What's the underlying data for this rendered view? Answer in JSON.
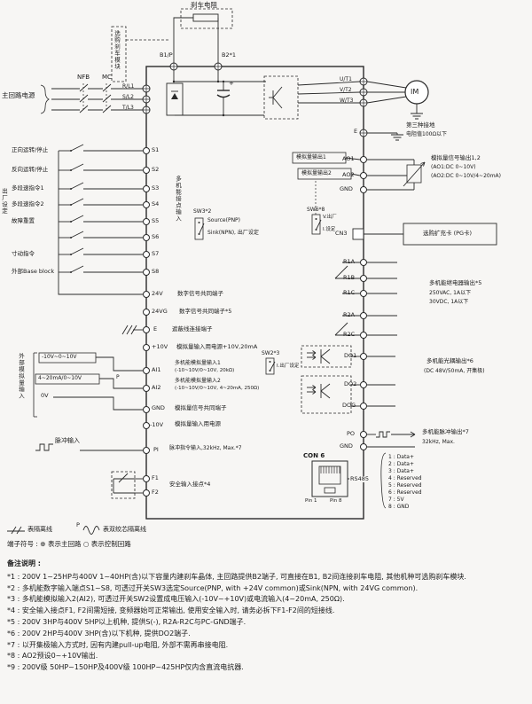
{
  "colors": {
    "background": "#f7f6f4",
    "line": "#2a2a2a"
  },
  "top": {
    "brake_resistor": "刹车电阻",
    "brake_module": "选购刹车模块",
    "b1": "B1/P",
    "b2": "B2*1",
    "plus": "+"
  },
  "power": {
    "source": "主回路电源",
    "nfb": "NFB",
    "mc": "MC",
    "r": "R/L1",
    "s": "S/L2",
    "t": "T/L3",
    "u": "U/T1",
    "v": "V/T2",
    "w": "W/T3",
    "motor": "IM",
    "e": "E",
    "ground_title": "第三种接地",
    "ground_sub": "电阻值100Ω以下"
  },
  "inputs": {
    "side": "出厂设定",
    "group": "多机能接点输入",
    "rows": [
      {
        "desc": "正向运转/停止",
        "term": "S1"
      },
      {
        "desc": "反向运转/停止",
        "term": "S2"
      },
      {
        "desc": "多段速指令1",
        "term": "S3"
      },
      {
        "desc": "多段速指令2",
        "term": "S4"
      },
      {
        "desc": "故障重置",
        "term": "S5"
      },
      {
        "desc": "",
        "term": "S6"
      },
      {
        "desc": "寸动指令",
        "term": "S7"
      },
      {
        "desc": "外部Base block",
        "term": "S8"
      }
    ],
    "sw3": "SW3*2",
    "sw3_source": "Source(PNP)",
    "sw3_sink": "Sink(NPN), 出厂设定"
  },
  "commons": {
    "v24": "24V",
    "v24_desc": "数字信号共同端子",
    "v24g": "24VG",
    "v24g_desc": "数字信号共同端子*5",
    "e": "E",
    "e_desc": "遮蔽线连接端子",
    "p10": "+10V",
    "p10_desc": "模拟量输入用电源+10V,20mA"
  },
  "analog_in": {
    "side": "外部模拟量输入",
    "src1": "-10V~0~10V",
    "src2": "4~20mA/0~10V",
    "src3": "0V",
    "p": "P",
    "ai1": "AI1",
    "ai1_desc": "多机能模拟量输入1",
    "ai1_spec": "(-10~10V/0~10V, 20kΩ)",
    "ai2": "AI2",
    "ai2_desc": "多机能模拟量输入2",
    "ai2_spec": "(-10~10V/0~10V, 4~20mA, 250Ω)",
    "gnd": "GND",
    "gnd_desc": "模拟量信号共同端子",
    "n10": "-10V",
    "n10_desc": "模拟量输入用电源",
    "sw2": "SW2*3",
    "sw2_note": "I.出厂设定"
  },
  "pulse_in": {
    "label": "脉冲输入",
    "term": "PI",
    "desc": "脉冲指令输入,32kHz, Max.*7"
  },
  "safety": {
    "f1": "F1",
    "f2": "F2",
    "desc": "安全输入接点*4"
  },
  "analog_out": {
    "box1": "模拟量输出1",
    "box2": "模拟量输出2",
    "ao1": "AO1",
    "ao2": "AO2",
    "gnd": "GND",
    "title": "模拟量信号输出1,2",
    "spec1": "(AO1:DC 0~10V)",
    "spec2": "(AO2:DC 0~10V/4~20mA)",
    "sw6": "SW6*8",
    "sw6_top": "V.出厂",
    "sw6_bottom": "I.设定"
  },
  "expansion": {
    "cn3": "CN3",
    "desc": "选购扩充卡 (PG卡)"
  },
  "relay": {
    "r1a": "R1A",
    "r1b": "R1B",
    "r1c": "R1C",
    "r2a": "R2A",
    "r2c": "R2C",
    "title": "多机能继电器输出*5",
    "spec1": "250VAC, 1A以下",
    "spec2": "30VDC, 1A以下"
  },
  "opto": {
    "do1": "DO1",
    "do2": "DO2",
    "dog": "DOG",
    "title": "多机能光耦输出*6",
    "spec": "(DC 48V/50mA, 开集极)"
  },
  "pulse_out": {
    "po": "PO",
    "gnd": "GND",
    "title": "多机能脉冲输出*7",
    "spec": "32kHz, Max."
  },
  "con6": {
    "label": "CON 6",
    "rs485": "RS485",
    "pin1": "Pin 1",
    "pin8": "Pin 8",
    "pins": [
      "1 : Data+",
      "2 : Data+",
      "3 : Data+",
      "4 : Reserved",
      "5 : Reserved",
      "6 : Reserved",
      "7 : 5V",
      "8 : GND"
    ]
  },
  "legend": {
    "shielded": "表隔离线",
    "p": "P",
    "twisted": "表双绞芯隔离线",
    "terminals": "端子符号 :  ⊕ 表示主回路  ○ 表示控制回路"
  },
  "notes": {
    "title": "备注说明 :",
    "items": [
      "*1 : 200V 1~25HP与400V 1~40HP(含)以下容量内建刹车晶体, 主回路提供B2端子, 可直接在B1, B2间连接刹车电阻, 其他机种可选购刹车模块.",
      "*2 : 多机能数字输入端点S1~S8, 可透过开关SW3选定Source(PNP, with +24V common)或Sink(NPN, with 24VG common).",
      "*3 : 多机能模拟输入2(AI2), 可透过开关SW2设置成电压输入(-10V~+10V)或电流输入(4~20mA, 250Ω).",
      "*4 : 安全输入接点F1, F2间需短接, 变频器始可正常输出, 使用安全输入时, 请务必拆下F1-F2间的短接线.",
      "*5 : 200V 3HP与400V 5HP以上机种, 提供S(-), R2A-R2C与PC-GND端子.",
      "*6 : 200V 2HP与400V 3HP(含)以下机种, 提供DO2端子.",
      "*7 : 以开集极输入方式时, 因有内建pull-up电阻, 外部不需再串接电阻.",
      "*8 : AO2预设0~+10V输出.",
      "*9 : 200V级 50HP~150HP及400V级 100HP~425HP仅内含直流电抗器."
    ]
  }
}
